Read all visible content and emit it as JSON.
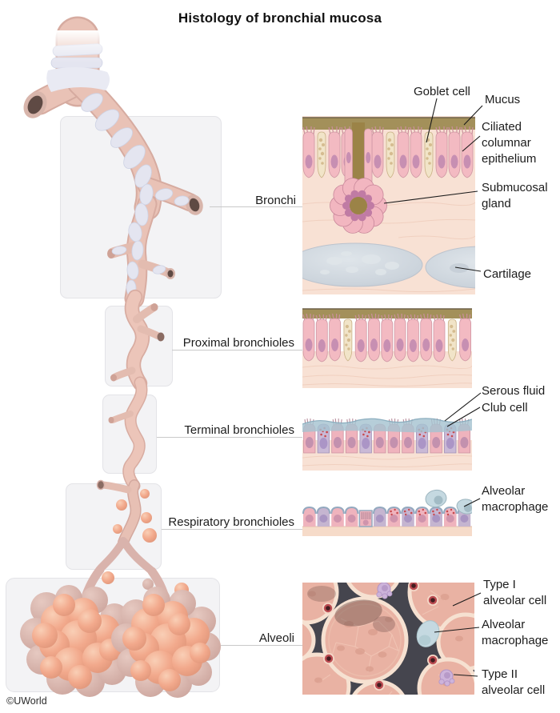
{
  "title": "Histology of bronchial mucosa",
  "copyright": "©UWorld",
  "structures": [
    {
      "label": "Bronchi",
      "panel_annotations": [
        "Goblet cell",
        "Mucus",
        "Ciliated columnar epithelium",
        "Submucosal gland",
        "Cartilage"
      ]
    },
    {
      "label": "Proximal bronchioles",
      "panel_annotations": []
    },
    {
      "label": "Terminal bronchioles",
      "panel_annotations": [
        "Serous fluid",
        "Club cell"
      ]
    },
    {
      "label": "Respiratory bronchioles",
      "panel_annotations": [
        "Alveolar macrophage"
      ]
    },
    {
      "label": "Alveoli",
      "panel_annotations": [
        "Type I alveolar cell",
        "Alveolar macrophage",
        "Type II alveolar cell"
      ]
    }
  ],
  "colors": {
    "mucus_band": "#a3905a",
    "epithelium_cell": "#f3bac2",
    "goblet_cell_body": "#f1e4c8",
    "nucleus": "#c78fb2",
    "submucosa": "#f8e1d4",
    "cartilage": "#ccd4dc",
    "serous_fluid": "#a6c3d1",
    "club_cell_body": "#c9b9d6",
    "macrophage": "#c5d9e1",
    "alveolus": "#e9b2a3",
    "septum": "#45454e",
    "capillary": "#bb4b51",
    "type_ii_cell": "#cdb3da",
    "airway_tube": "#e9c2b6",
    "tracheal_cartilage": "#e4e5f0",
    "alveolus_sphere": "#f2a98c"
  }
}
